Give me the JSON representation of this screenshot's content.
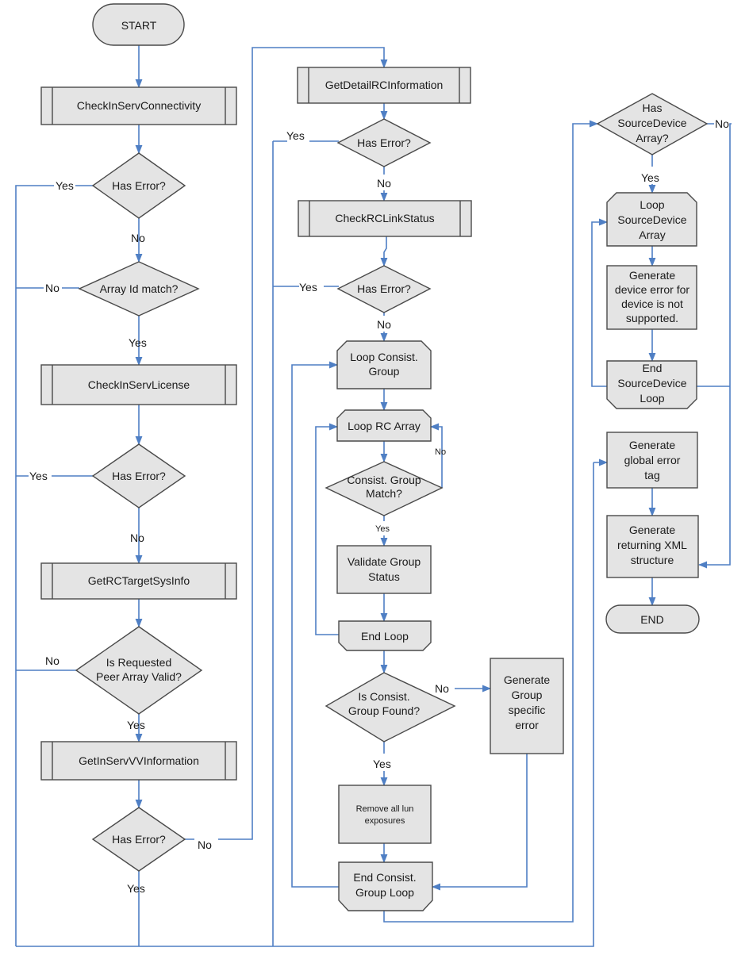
{
  "nodes": {
    "start": "START",
    "check_inserv_connectivity": "CheckInServConnectivity",
    "has_error_1": "Has Error?",
    "array_id_match": "Array Id match?",
    "check_inserv_license": "CheckInServLicense",
    "has_error_2": "Has Error?",
    "get_rc_target_sys_info": "GetRCTargetSysInfo",
    "is_requested_peer": [
      "Is Requested",
      "Peer Array Valid?"
    ],
    "get_inserv_vv_information": "GetInServVVInformation",
    "has_error_3": "Has Error?",
    "get_detail_rc_information": "GetDetailRCInformation",
    "has_error_4": "Has Error?",
    "check_rc_link_status": "CheckRCLinkStatus",
    "has_error_5": "Has Error?",
    "loop_consist_group": [
      "Loop Consist.",
      "Group"
    ],
    "loop_rc_array": "Loop RC Array",
    "consist_group_match": [
      "Consist. Group",
      "Match?"
    ],
    "validate_group_status": [
      "Validate Group",
      "Status"
    ],
    "end_loop": "End Loop",
    "is_consist_group_found": [
      "Is Consist.",
      "Group Found?"
    ],
    "generate_group_specific_error": [
      "Generate",
      "Group",
      "specific",
      "error"
    ],
    "remove_all_lun_exposures": [
      "Remove all lun",
      "exposures"
    ],
    "end_consist_group_loop": [
      "End Consist.",
      "Group Loop"
    ],
    "has_source_device_array": [
      "Has",
      "SourceDevice",
      "Array?"
    ],
    "loop_source_device_array": [
      "Loop",
      "SourceDevice",
      "Array"
    ],
    "generate_device_error": [
      "Generate",
      "device error for",
      "device is not",
      "supported."
    ],
    "end_source_device_loop": [
      "End",
      "SourceDevice",
      "Loop"
    ],
    "generate_global_error_tag": [
      "Generate",
      "global error",
      "tag"
    ],
    "generate_returning_xml": [
      "Generate",
      "returning XML",
      "structure"
    ],
    "end": "END"
  },
  "edge_labels": {
    "yes": "Yes",
    "no": "No"
  }
}
